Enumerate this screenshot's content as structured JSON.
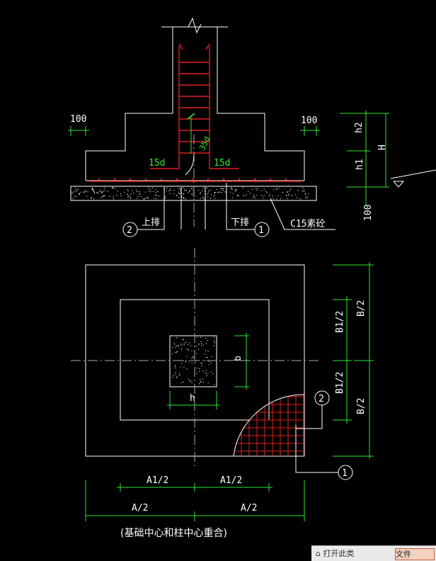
{
  "section": {
    "dim_left_100": "100",
    "dim_right_100": "100",
    "label_15d_left": "15d",
    "label_15d_right": "15d",
    "label_35d": "35d",
    "label_h1": "h1",
    "label_h2": "h2",
    "label_H": "H",
    "label_100_vertical": "100",
    "upper_rebar": "上排",
    "lower_rebar": "下排",
    "bubble_1": "1",
    "bubble_2": "2",
    "cushion_label": "C15素砼"
  },
  "plan": {
    "label_b": "b",
    "label_h": "h",
    "label_A1_half_left": "A1/2",
    "label_A1_half_right": "A1/2",
    "label_A_half_left": "A/2",
    "label_A_half_right": "A/2",
    "label_B1_half_top": "B1/2",
    "label_B1_half_bottom": "B1/2",
    "label_B_half_top": "B/2",
    "label_B_half_bottom": "B/2",
    "bubble_1": "1",
    "bubble_2": "2",
    "caption": "(基础中心和柱中心重合)"
  },
  "taskbar": {
    "items": [
      "⌂  打开此类",
      "文件"
    ]
  },
  "colors": {
    "background": "#000000",
    "outline": "#ffffff",
    "rebar": "#e02020",
    "dimension": "#2ee62e"
  }
}
